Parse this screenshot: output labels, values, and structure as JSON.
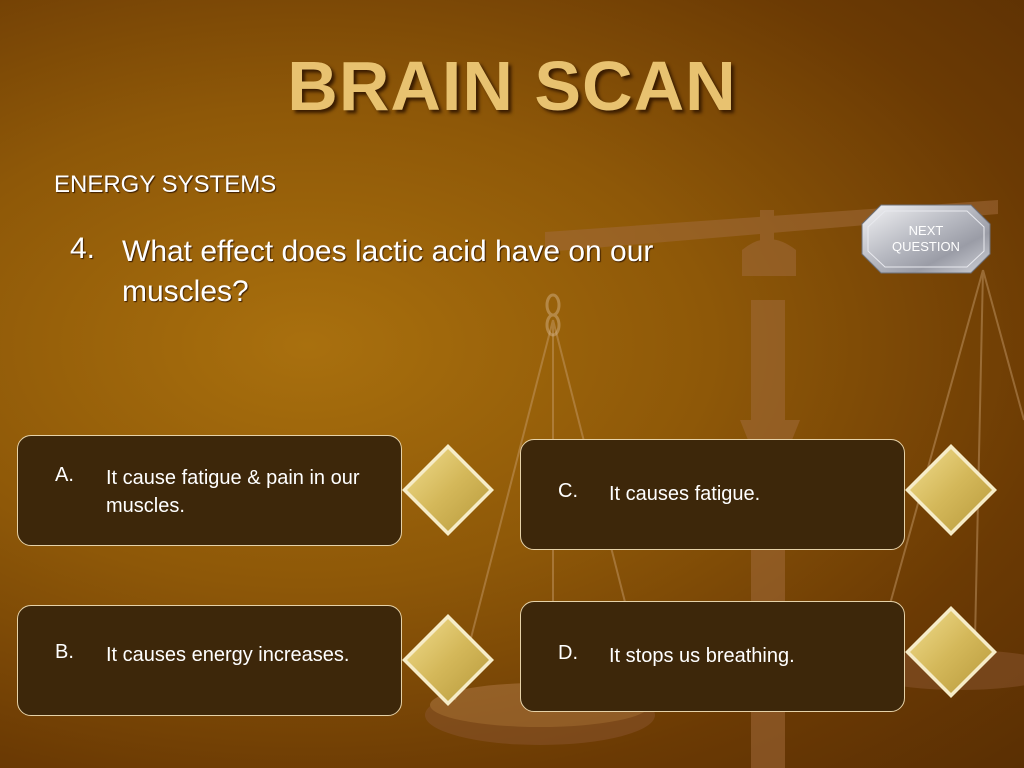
{
  "slide": {
    "title": "BRAIN SCAN",
    "topic": "ENERGY SYSTEMS"
  },
  "question": {
    "number": "4.",
    "text": "What effect does lactic acid have on our muscles?"
  },
  "next_button": {
    "line1": "NEXT",
    "line2": "QUESTION"
  },
  "answers": [
    {
      "letter": "A.",
      "text": "It cause fatigue & pain in our muscles."
    },
    {
      "letter": "B.",
      "text": "It causes energy increases."
    },
    {
      "letter": "C.",
      "text": "It causes fatigue."
    },
    {
      "letter": "D.",
      "text": "It stops us breathing."
    }
  ],
  "colors": {
    "background": "#8e5808",
    "title": "#e8c270",
    "answer_box": "#3d270a",
    "diamond": "#d8bf62"
  },
  "icons": {
    "background_art": "balance-scale-icon",
    "answer_marker": "diamond-icon",
    "next": "octagon-button-icon"
  }
}
